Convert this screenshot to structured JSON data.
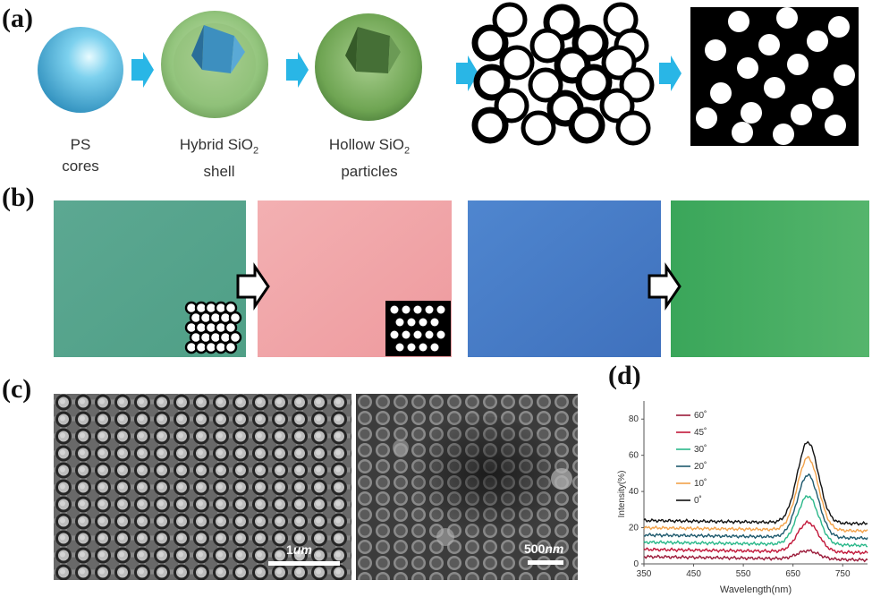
{
  "panels": {
    "a": {
      "label": "(a)"
    },
    "b": {
      "label": "(b)"
    },
    "c": {
      "label": "(c)"
    },
    "d": {
      "label": "(d)"
    }
  },
  "schematic": {
    "steps": [
      {
        "line1": "PS",
        "line2": "cores",
        "sub": ""
      },
      {
        "line1": "Hybrid SiO",
        "line1_sub": "2",
        "line2": "shell"
      },
      {
        "line1": "Hollow SiO",
        "line1_sub": "2",
        "line2": "particles"
      }
    ],
    "colors": {
      "arrow": "#29b6e6",
      "core": "#4fb3d9",
      "shell": "#7fb86a",
      "hollow": "#5c9a4a"
    }
  },
  "photos": {
    "colors": [
      "#5ea88e",
      "#f0a4a6",
      "#4b7fc9",
      "#3daa5f"
    ]
  },
  "micrographs": {
    "left_scale": {
      "value": "1",
      "unit": "um"
    },
    "right_scale": {
      "value": "500",
      "unit": "nm"
    }
  },
  "chart_data": {
    "type": "line",
    "title": "",
    "xlabel": "Wavelength(nm)",
    "ylabel": "Intensity(%)",
    "xlim": [
      350,
      800
    ],
    "ylim": [
      0,
      90
    ],
    "xticks": [
      350,
      450,
      550,
      650,
      750
    ],
    "yticks": [
      0,
      20,
      40,
      60,
      80
    ],
    "legend_position": "top-left",
    "series": [
      {
        "name": "60˚",
        "color": "#9b1b3a",
        "baseline": 4,
        "peak": 8
      },
      {
        "name": "45˚",
        "color": "#c2183a",
        "baseline": 8,
        "peak": 23
      },
      {
        "name": "30˚",
        "color": "#2bb88a",
        "baseline": 12,
        "peak": 37
      },
      {
        "name": "20˚",
        "color": "#1f5a6e",
        "baseline": 16,
        "peak": 48
      },
      {
        "name": "10˚",
        "color": "#f2a24a",
        "baseline": 20,
        "peak": 57
      },
      {
        "name": "0˚",
        "color": "#111111",
        "baseline": 24,
        "peak": 65
      }
    ],
    "peak_wavelength": 680
  }
}
